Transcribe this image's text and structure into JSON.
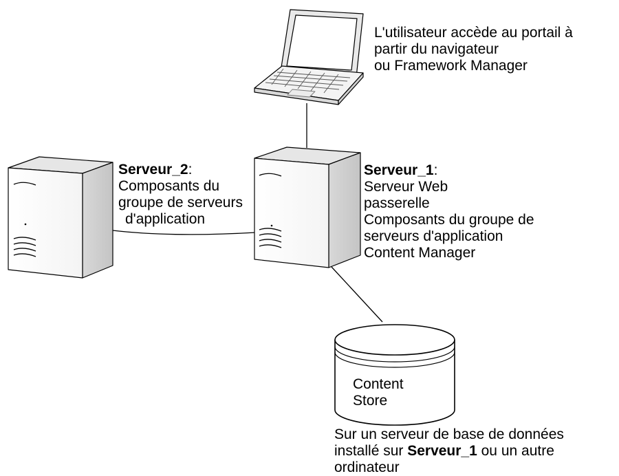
{
  "laptop": {
    "caption_lines": [
      "L'utilisateur accède au portail à",
      "partir du navigateur",
      "ou Framework Manager"
    ]
  },
  "server2": {
    "title": "Serveur_2",
    "title_suffix": ":",
    "lines": [
      "Composants du",
      "groupe de serveurs",
      "d'application"
    ]
  },
  "server1": {
    "title": "Serveur_1",
    "title_suffix": ":",
    "lines": [
      "Serveur Web",
      "passerelle",
      "Composants du groupe de",
      "serveurs d'application",
      "Content Manager"
    ]
  },
  "content_store": {
    "lines": [
      "Content",
      "Store"
    ]
  },
  "database": {
    "line1": "Sur un serveur de base de données",
    "line2_prefix": "installé sur ",
    "line2_bold": "Serveur_1",
    "line2_suffix": " ou un autre",
    "line3": "ordinateur"
  }
}
